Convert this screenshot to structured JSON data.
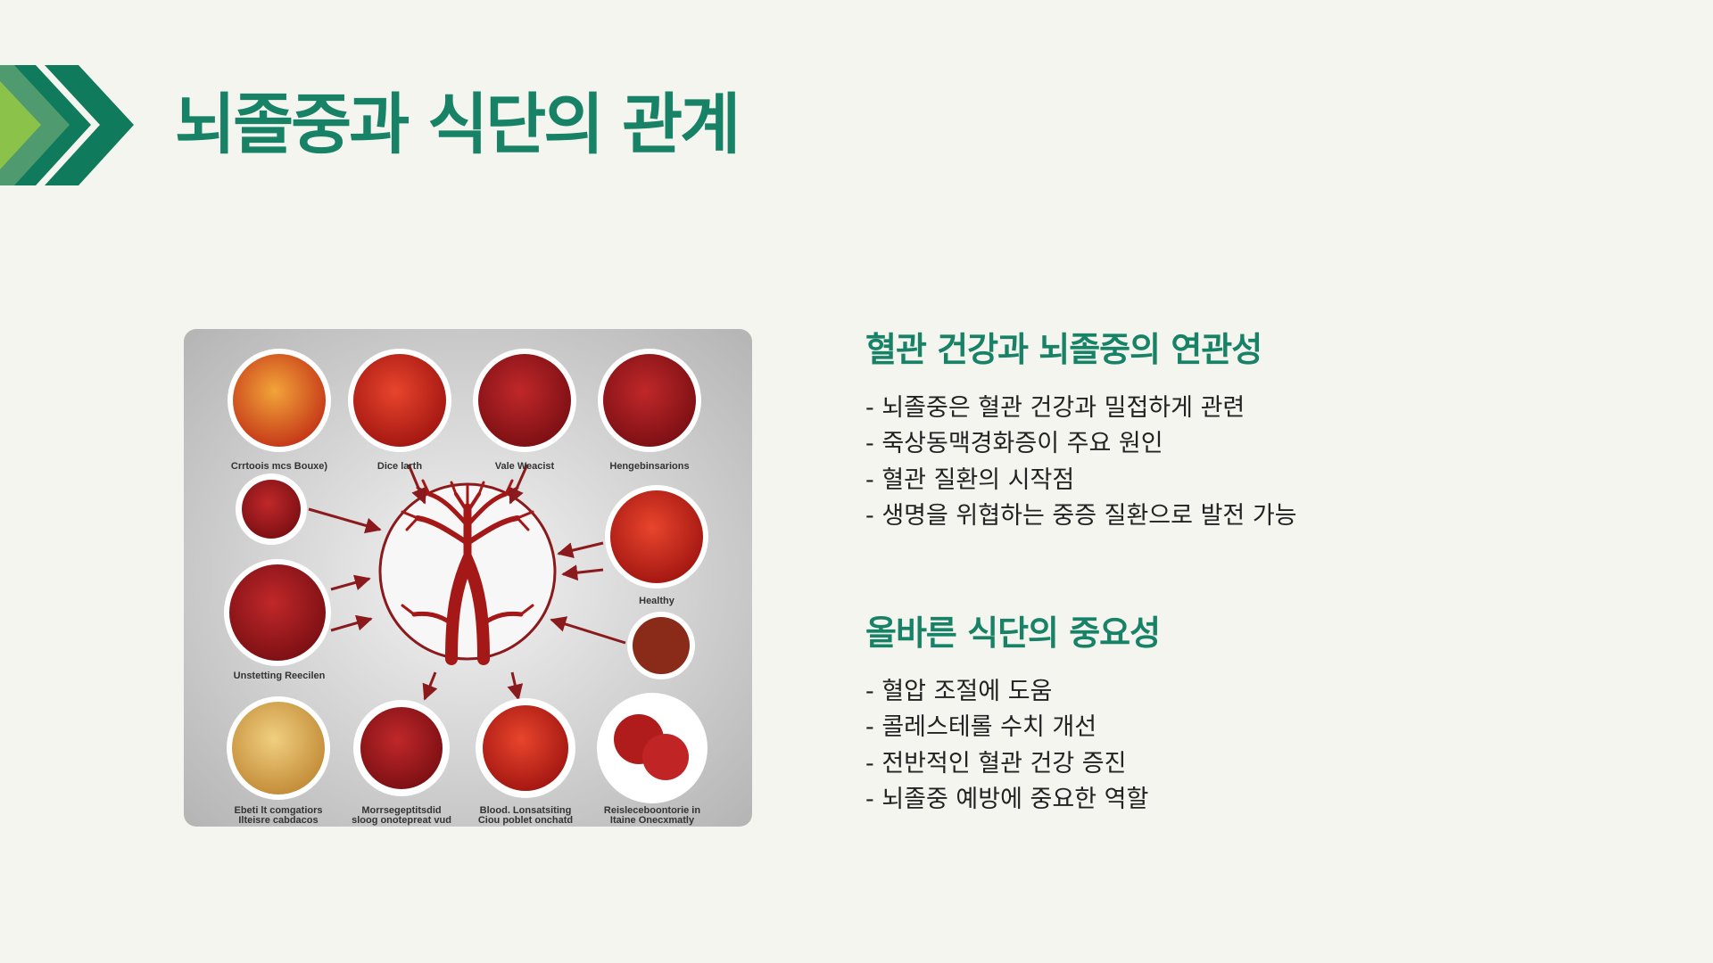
{
  "title": "뇌졸중과 식단의 관계",
  "image": {
    "captions": [
      "Crrtoois mcs Bouxe)",
      "Dice larth",
      "Vale Weacist",
      "Hengebinsarions",
      "Healthy",
      "Unstetting Reecilen",
      "Ebeti lt comgatiors",
      "Ilteisre cabdacos",
      "Morrsegeptitsdid",
      "sloog onotepreat vud",
      "Blood. Lonsatsiting",
      "Ciou poblet onchatd",
      "Reisleceboontorie in",
      "Itaine Onecxmatly"
    ]
  },
  "sections": [
    {
      "heading": "혈관 건강과 뇌졸중의 연관성",
      "items": [
        "- 뇌졸중은 혈관 건강과 밀접하게 관련",
        "- 죽상동맥경화증이 주요 원인",
        "- 혈관 질환의 시작점",
        "- 생명을 위협하는 중증 질환으로 발전 가능"
      ]
    },
    {
      "heading": "올바른 식단의 중요성",
      "items": [
        "- 혈압 조절에 도움",
        "- 콜레스테롤 수치 개선",
        "- 전반적인 혈관 건강 증진",
        "- 뇌졸중 예방에 중요한 역할"
      ]
    }
  ],
  "colors": {
    "accent": "#178266",
    "chevron_light": "#8bc34a",
    "chevron_mid": "#4f9a6e",
    "chevron_dark": "#0f7a5c",
    "background": "#f5f5f0"
  }
}
